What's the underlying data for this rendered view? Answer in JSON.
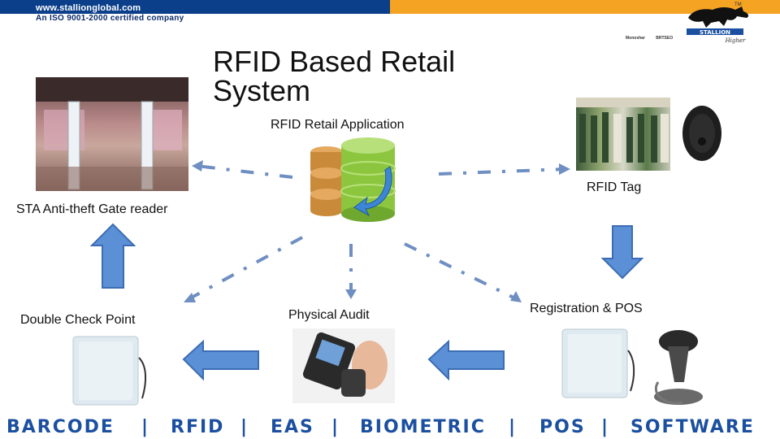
{
  "header": {
    "url": "www.stallionglobal.com",
    "iso": "An ISO 9001-2000 certified company",
    "logo_text": "STALLION",
    "logo_tagline": "Higher",
    "tm": "TM",
    "partners": [
      "Monoshar",
      "BRTSEO",
      "Higher"
    ]
  },
  "title": "RFID Based Retail System",
  "subtitle": "RFID Retail Application",
  "labels": {
    "gate_reader": "STA Anti-theft Gate reader",
    "rfid_tag": "RFID Tag",
    "double_check": "Double Check Point",
    "physical_audit": "Physical Audit",
    "registration_pos": "Registration & POS"
  },
  "footer": {
    "items": [
      "BARCODE",
      "|",
      "RFID",
      "|",
      "EAS",
      "|",
      "BIOMETRIC",
      "|",
      "POS",
      "|",
      "SOFTWARE"
    ]
  },
  "colors": {
    "brand_blue": "#0b3f8a",
    "brand_orange": "#f4a323",
    "arrow_blue": "#5b8fd6",
    "arrow_stroke": "#3c6db4",
    "dash_blue": "#6f8fc2",
    "footer_blue": "#1b4fa0"
  },
  "icons": [
    "database-icon",
    "stallion-horse-logo",
    "anti-theft-gate-photo",
    "clothing-rack-photo",
    "rfid-tag-device",
    "rfid-reader-panel",
    "handheld-scanner",
    "barcode-scanner"
  ]
}
